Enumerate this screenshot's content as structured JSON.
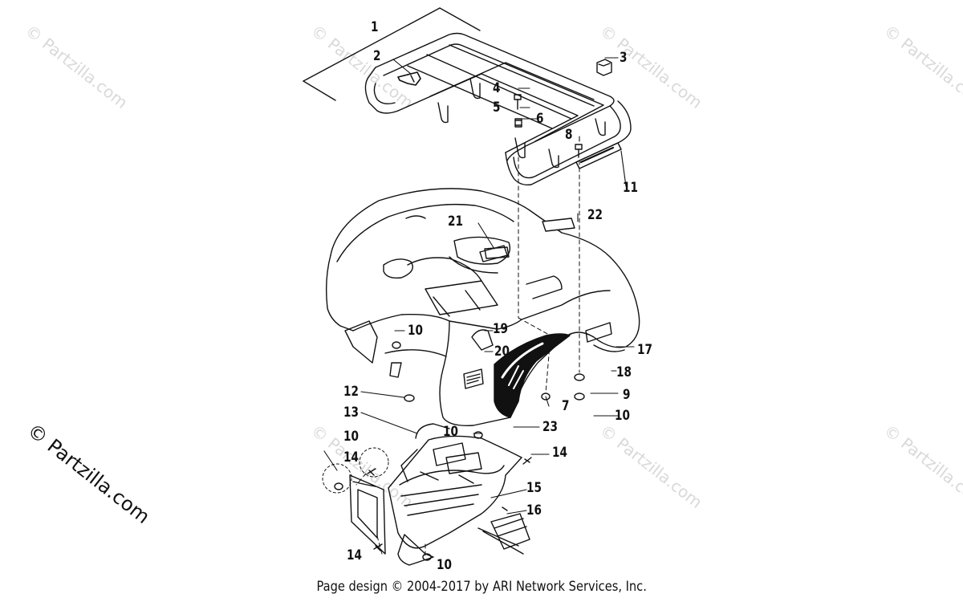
{
  "watermarks": {
    "faint": "© Partzilla.com",
    "main": "© Partzilla.com"
  },
  "callouts": [
    "1",
    "2",
    "3",
    "4",
    "5",
    "6",
    "8",
    "11",
    "22",
    "21",
    "10",
    "19",
    "20",
    "17",
    "18",
    "9",
    "12",
    "13",
    "7",
    "10",
    "23",
    "10",
    "14",
    "14",
    "15",
    "16",
    "14",
    "10",
    "10"
  ],
  "footer": "Page design © 2004-2017 by ARI Network Services, Inc."
}
